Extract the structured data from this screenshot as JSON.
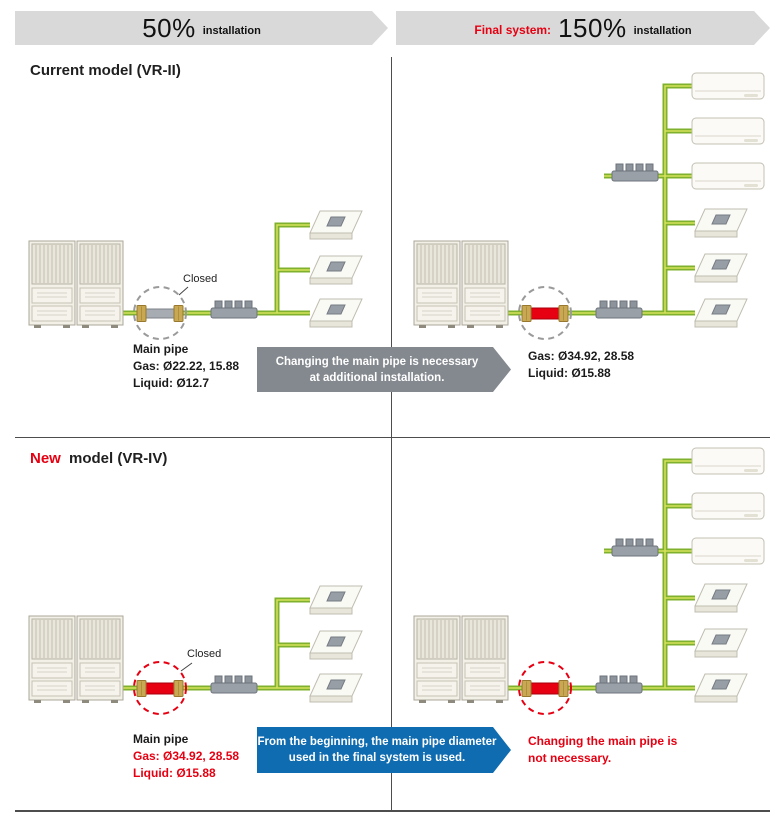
{
  "colors": {
    "accent_red": "#e60012",
    "pipe_green": "#7fb02e",
    "header_banner_bg": "#d9d9d9",
    "arrow_banner_gray_bg": "#84898f",
    "arrow_banner_blue_bg": "#0f6cb0"
  },
  "header": {
    "left": {
      "percent": "50%",
      "suffix": "installation"
    },
    "right": {
      "prefix": "Final system:",
      "percent": "150%",
      "suffix": "installation"
    }
  },
  "current": {
    "title": "Current model (VR-II)",
    "closed_label": "Closed",
    "left_spec": {
      "title": "Main pipe",
      "gas": "Gas: Ø22.22, 15.88",
      "liquid": "Liquid: Ø12.7"
    },
    "right_spec": {
      "gas": "Gas: Ø34.92, 28.58",
      "liquid": "Liquid: Ø15.88"
    },
    "banner": {
      "line1": "Changing the main pipe is necessary",
      "line2": "at additional installation."
    }
  },
  "new_model": {
    "title_highlight": "New",
    "title_rest": "model (VR-IV)",
    "closed_label": "Closed",
    "left_spec": {
      "title": "Main pipe",
      "gas": "Gas: Ø34.92, 28.58",
      "liquid": "Liquid: Ø15.88"
    },
    "right_note": {
      "line1": "Changing the main pipe is",
      "line2": "not necessary."
    },
    "banner": {
      "line1": "From the beginning, the main pipe diameter",
      "line2": "used in the final system is used."
    }
  }
}
